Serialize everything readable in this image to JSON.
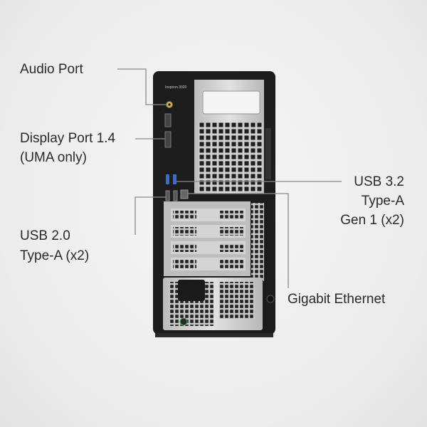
{
  "product": {
    "model_text": "Inspiron 3020"
  },
  "callouts": {
    "audio": "Audio Port",
    "display_line1": "Display Port 1.4",
    "display_line2": "(UMA only)",
    "usb2_line1": "USB 2.0",
    "usb2_line2": "Type-A (x2)",
    "usb3_line1": "USB 3.2",
    "usb3_line2": "Type-A",
    "usb3_line3": "Gen 1 (x2)",
    "ethernet": "Gigabit Ethernet"
  },
  "colors": {
    "usb3_blue": "#2f6fd6",
    "chassis": "#1c1c1c",
    "panel": "#c9c9c9",
    "line": "#8a8a8a"
  }
}
